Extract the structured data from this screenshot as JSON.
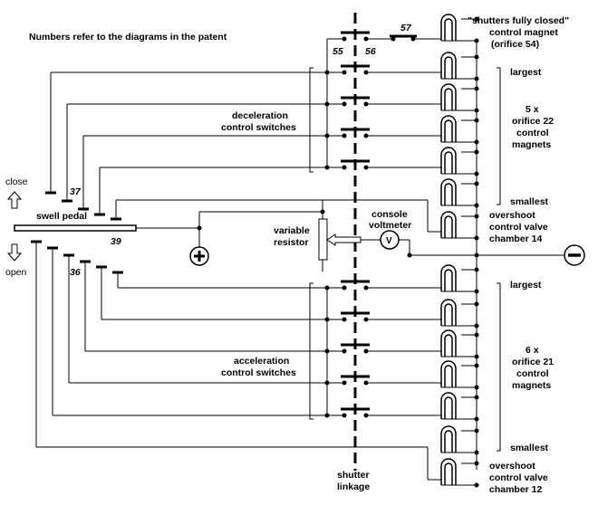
{
  "note": "Numbers refer to the diagrams in the patent",
  "pedal": {
    "label": "swell pedal",
    "ref_number": "39",
    "close_label": "close",
    "open_label": "open",
    "deceleration_ref": "37",
    "acceleration_ref": "36"
  },
  "switch_groups": {
    "deceleration": {
      "line1": "deceleration",
      "line2": "control switches"
    },
    "acceleration": {
      "line1": "acceleration",
      "line2": "control switches"
    }
  },
  "top_switch": {
    "ref_a": "55",
    "ref_b": "56",
    "ref_c": "57"
  },
  "shutters_magnet": {
    "line1": "\"shutters fully closed\"",
    "line2": "control magnet",
    "line3": "(orifice 54)"
  },
  "upper_magnets": {
    "largest": "largest",
    "line1": "5 x",
    "line2": "orifice 22",
    "line3": "control",
    "line4": "magnets",
    "smallest": "smallest"
  },
  "upper_overshoot": {
    "line1": "overshoot",
    "line2": "control valve",
    "line3": "chamber 14"
  },
  "lower_magnets": {
    "largest": "largest",
    "line1": "6 x",
    "line2": "orifice 21",
    "line3": "control",
    "line4": "magnets",
    "smallest": "smallest"
  },
  "lower_overshoot": {
    "line1": "overshoot",
    "line2": "control valve",
    "line3": "chamber 12"
  },
  "resistor": {
    "line1": "variable",
    "line2": "resistor"
  },
  "voltmeter": {
    "line1": "console",
    "line2": "voltmeter",
    "symbol": "V"
  },
  "linkage": {
    "line1": "shutter",
    "line2": "linkage"
  },
  "terminals": {
    "positive_icon": "plus-terminal-icon",
    "negative_icon": "minus-terminal-icon"
  }
}
